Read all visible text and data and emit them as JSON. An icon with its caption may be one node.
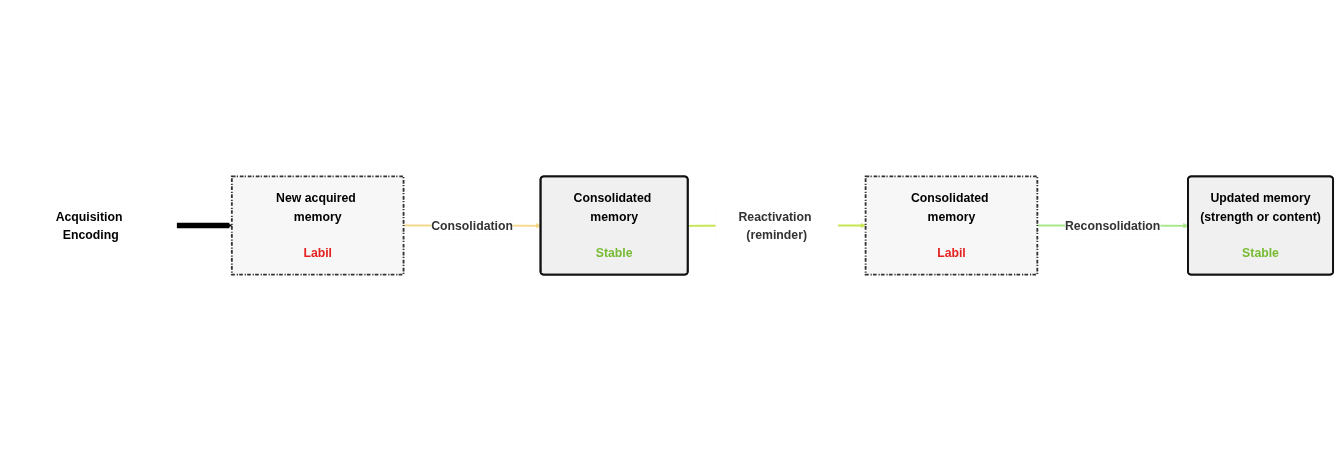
{
  "diagram": {
    "nodes": [
      {
        "text": [
          "Acquisition Encoding"
        ]
      },
      {
        "text": [
          "New acquired memory",
          "Labil"
        ]
      },
      {
        "text": [
          "Consolidated memory",
          "Stable"
        ]
      },
      {
        "text": [
          "Consolidated memory",
          "Labil"
        ]
      },
      {
        "text": [
          "Updated memory",
          "(strength or content)",
          "Stable"
        ]
      }
    ],
    "edges": [
      {
        "from": 0,
        "to": 1,
        "arrow": "to",
        "style": "thick"
      },
      {
        "from": 1,
        "to": 2,
        "arrow": "to",
        "label": "Consolidation",
        "color": "#f5d98a"
      },
      {
        "from": 2,
        "to": 3,
        "arrow": "to",
        "label": "Reactivation (reminder)",
        "color": "#c8e650"
      },
      {
        "from": 3,
        "to": 4,
        "arrow": "to",
        "label": "Reconsolidation",
        "color": "#a8e88a"
      }
    ]
  }
}
